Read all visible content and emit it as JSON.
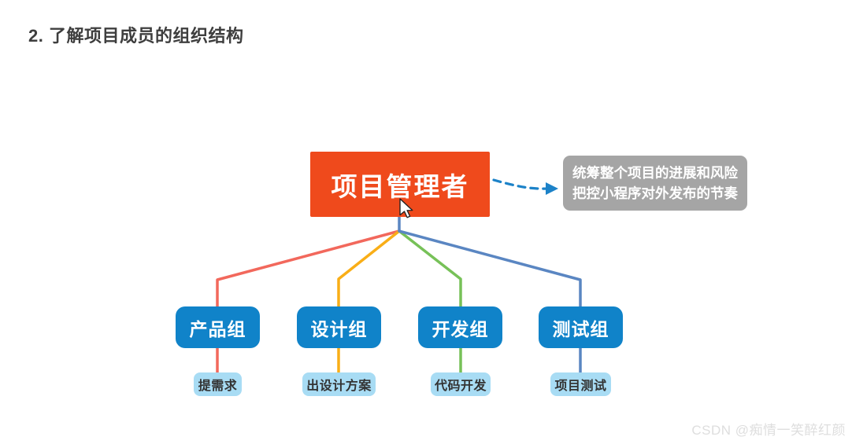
{
  "page": {
    "title": "2. 了解项目成员的组织结构"
  },
  "colors": {
    "root_fill": "#ef4a1c",
    "note_fill": "#a5a5a5",
    "group_fill": "#1083c9",
    "task_fill": "#a8dcf4",
    "arrow_blue": "#1c82c8"
  },
  "diagram": {
    "root": {
      "label": "项目管理者"
    },
    "note": {
      "line1": "统筹整个项目的进展和风险",
      "line2": "把控小程序对外发布的节奏"
    },
    "groups": [
      {
        "label": "产品组",
        "task": "提需求",
        "line_color": "#f2685c"
      },
      {
        "label": "设计组",
        "task": "出设计方案",
        "line_color": "#f9ae17"
      },
      {
        "label": "开发组",
        "task": "代码开发",
        "line_color": "#77c158"
      },
      {
        "label": "测试组",
        "task": "项目测试",
        "line_color": "#5a86c2"
      }
    ]
  },
  "watermark": "CSDN @痴情一笑醉红颜"
}
